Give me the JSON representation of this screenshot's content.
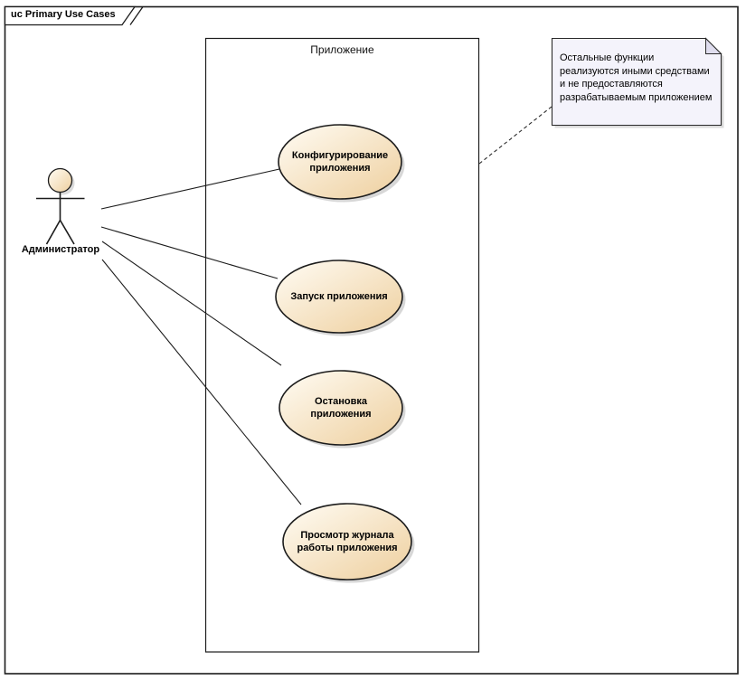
{
  "frame": {
    "label": "uc Primary Use Cases"
  },
  "system_boundary": {
    "label": "Приложение"
  },
  "actor": {
    "label": "Администратор"
  },
  "use_cases": [
    {
      "label": "Конфигурирование приложения"
    },
    {
      "label": "Запуск приложения"
    },
    {
      "label": "Остановка приложения"
    },
    {
      "label": "Просмотр журнала работы приложения"
    }
  ],
  "note": {
    "text": "Остальные функции реализуются иными средствами и не предоставляются разрабатываемым приложением"
  },
  "connections": {
    "actor_associations": 4,
    "note_attachment": "dashed"
  },
  "colors": {
    "usecase_gradient_start": "#FFFCF4",
    "usecase_gradient_end": "#EECF9E",
    "note_fill": "#F4F3FB",
    "note_fold_fill": "#DFDDEE",
    "shadow": "#BDBDBD",
    "stroke": "#1C1C1C",
    "background": "#FFFFFF"
  }
}
